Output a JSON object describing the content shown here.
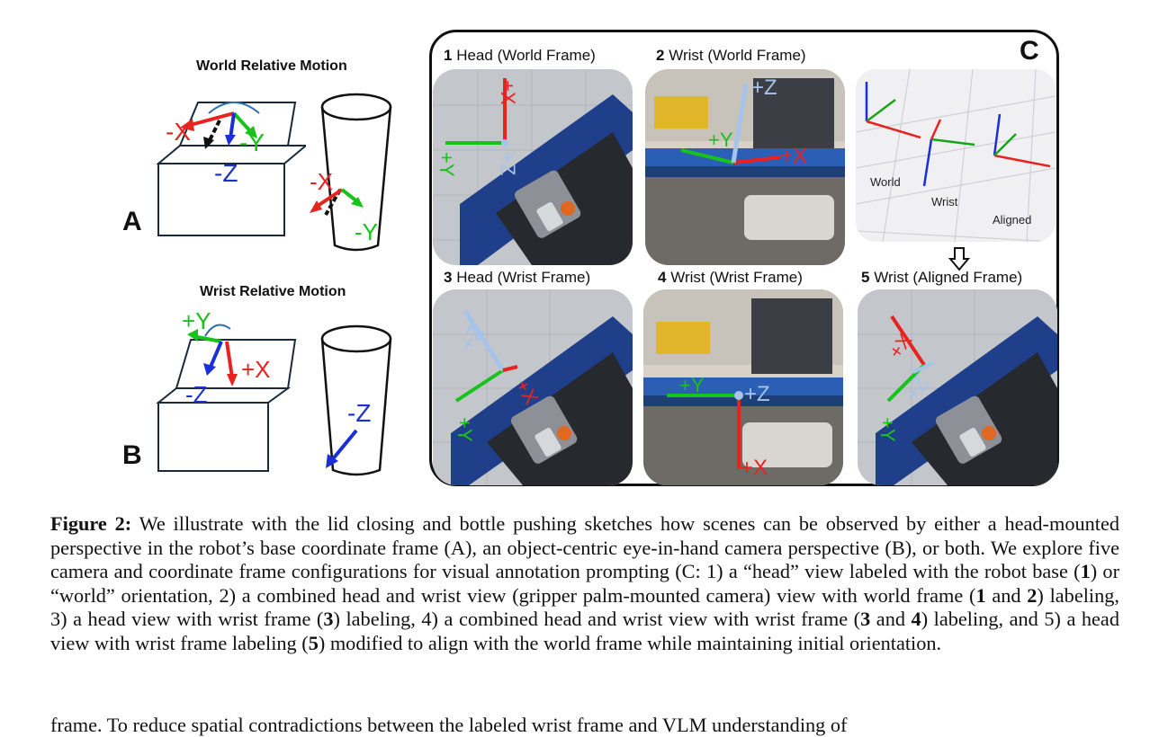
{
  "panel_a": {
    "heading": "World Relative Motion",
    "letter": "A",
    "box_labels": [
      "-X",
      "-Y",
      "-Z"
    ],
    "cup_labels": [
      "-X",
      "-Y"
    ]
  },
  "panel_b": {
    "heading": "Wrist Relative Motion",
    "letter": "B",
    "box_labels": [
      "+Y",
      "+X",
      "-Z"
    ],
    "cup_labels": [
      "-Z"
    ]
  },
  "panel_c": {
    "letter": "C",
    "photos": [
      {
        "num": "1",
        "title": "Head (World Frame)"
      },
      {
        "num": "2",
        "title": "Wrist (World Frame)"
      },
      {
        "num": "3",
        "title": "Head (Wrist Frame)"
      },
      {
        "num": "4",
        "title": "Wrist (Wrist Frame)"
      },
      {
        "num": "5",
        "title": "Wrist (Aligned Frame)"
      }
    ],
    "frame_labels": [
      "World",
      "Wrist",
      "Aligned"
    ],
    "axis_labels": {
      "p1": [
        "+X",
        "+Y",
        "+Z"
      ],
      "p2": [
        "+Z",
        "+Y",
        "+X"
      ],
      "p3": [
        "+Z",
        "+X",
        "+Y"
      ],
      "p4": [
        "+Y",
        "+Z",
        "+X"
      ],
      "p5": [
        "+X",
        "+Z",
        "+Y"
      ]
    }
  },
  "caption": {
    "label": "Figure 2:",
    "t1": " We illustrate with the lid closing and bottle pushing sketches how scenes can be observed by either a head-mounted perspective in the robot’s base coordinate frame (A), an object-centric eye-in-hand camera perspective (B), or both. We explore five camera and coordinate frame configurations for visual annotation prompting (C: 1) a “head” view labeled with the robot base (",
    "b1": "1",
    "t2": ") or “world” orientation, 2) a combined head and wrist view (gripper palm-mounted camera) view with world frame (",
    "b2": "1",
    "t3": " and ",
    "b3": "2",
    "t4": ") labeling, 3) a head view with wrist frame (",
    "b4": "3",
    "t5": ") labeling, 4) a combined head and wrist view with wrist frame (",
    "b5": "3",
    "t6": " and ",
    "b6": "4",
    "t7": ") labeling, and 5) a head view with wrist frame labeling (",
    "b7": "5",
    "t8": ") modified to align with the world frame while maintaining initial orientation."
  },
  "body_text": "frame. To reduce spatial contradictions between the labeled wrist frame and VLM understanding of",
  "colors": {
    "red": "#e8231f",
    "green": "#19c21b",
    "blue": "#1a2fd6",
    "lightblue": "#a6c4ea",
    "black": "#111111"
  }
}
